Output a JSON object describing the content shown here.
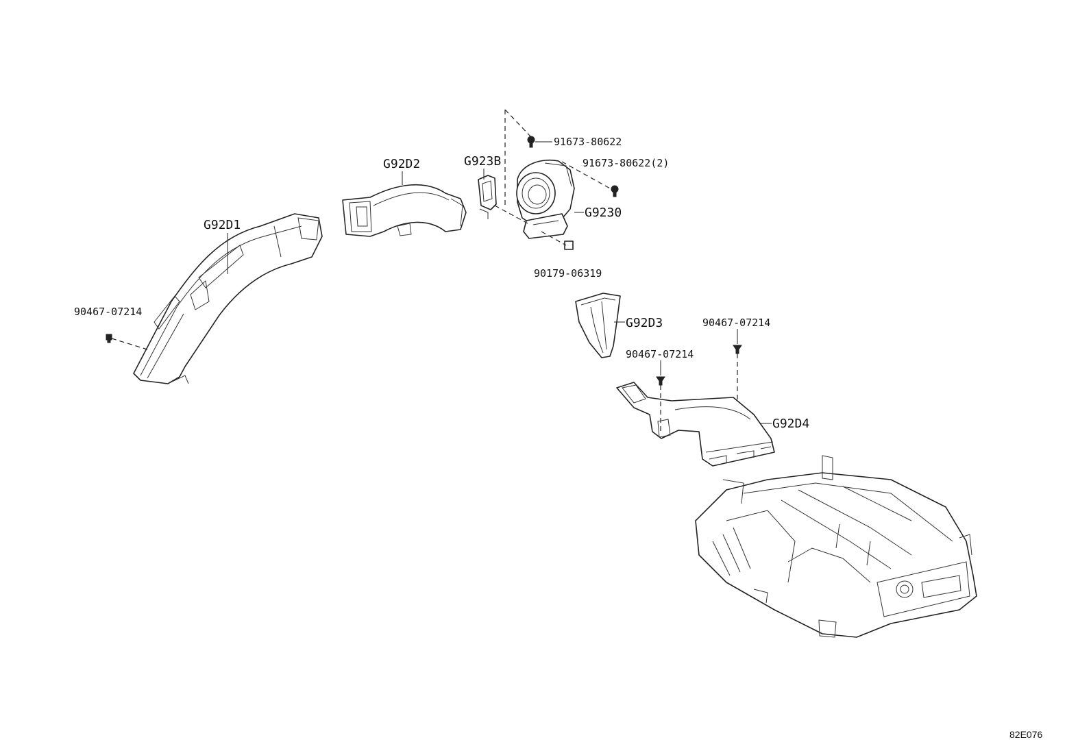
{
  "diagram": {
    "callouts": {
      "g92d1": "G92D1",
      "g92d2": "G92D2",
      "g923b": "G923B",
      "g9230": "G9230",
      "g92d3": "G92D3",
      "g92d4": "G92D4",
      "bolt_left": "90467-07214",
      "screw_top": "91673-80622",
      "screw_right": "91673-80622(2)",
      "nut": "90179-06319",
      "bolt_mid": "90467-07214",
      "bolt_right": "90467-07214"
    },
    "diagram_code": "82E076"
  }
}
